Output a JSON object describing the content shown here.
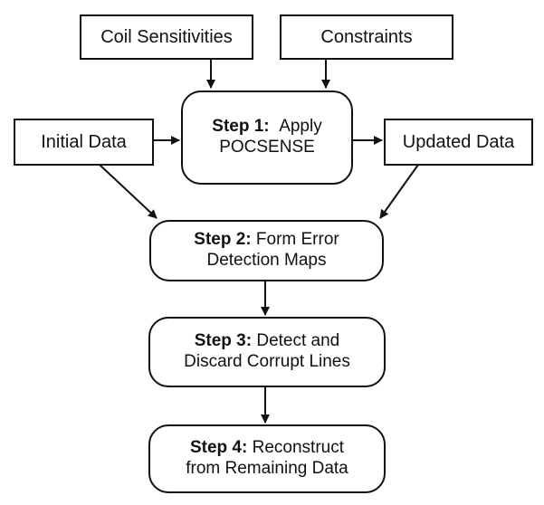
{
  "inputs": {
    "coil_sensitivities": "Coil Sensitivities",
    "constraints": "Constraints",
    "initial_data": "Initial Data",
    "updated_data": "Updated Data"
  },
  "steps": [
    {
      "label": "Step 1:",
      "line1_rest": "Apply",
      "line2": "POCSENSE"
    },
    {
      "label": "Step 2:",
      "line1_rest": "Form Error",
      "line2": "Detection Maps"
    },
    {
      "label": "Step 3:",
      "line1_rest": "Detect and",
      "line2": "Discard Corrupt Lines"
    },
    {
      "label": "Step 4:",
      "line1_rest": "Reconstruct",
      "line2": "from Remaining Data"
    }
  ]
}
